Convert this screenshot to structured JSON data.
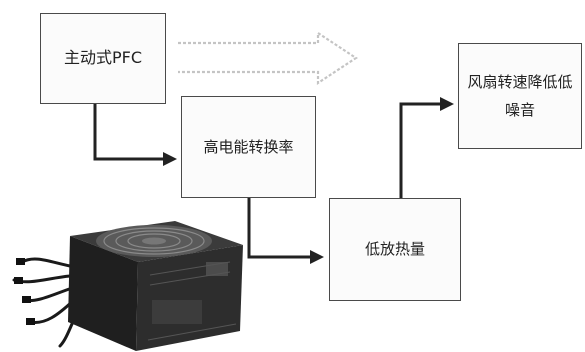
{
  "nodes": {
    "active_pfc": "主动式PFC",
    "high_efficiency": "高电能转换率",
    "low_heat": "低放热量",
    "fan_noise": "风扇转速降低低噪音"
  },
  "colors": {
    "line": "#222222",
    "hollow_arrow": "#c4c4c4",
    "box_border": "#4a4a4a"
  },
  "illustration": {
    "icon": "power-supply-unit-icon"
  }
}
